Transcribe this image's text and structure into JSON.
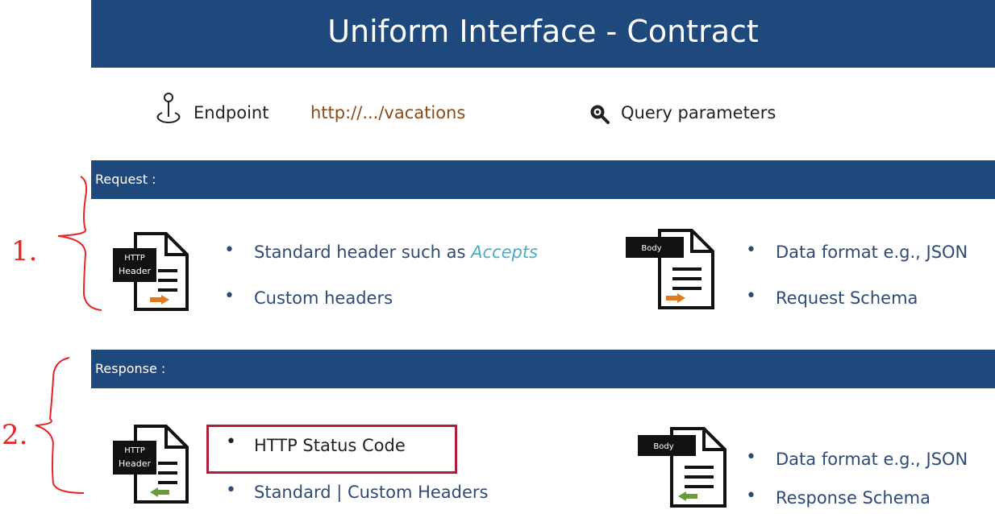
{
  "title": "Uniform Interface - Contract",
  "endpoint_row": {
    "endpoint_label": "Endpoint",
    "endpoint_value": "http://.../vacations",
    "query_label": "Query parameters"
  },
  "request": {
    "label": "Request :",
    "header_icon_text": [
      "HTTP",
      "Header"
    ],
    "header_bullets": [
      {
        "prefix": "Standard header such as ",
        "accent": "Accepts"
      },
      {
        "prefix": "Custom headers",
        "accent": ""
      }
    ],
    "body_icon_text": "Body",
    "body_bullets": [
      "Data format e.g., JSON",
      "Request Schema"
    ]
  },
  "response": {
    "label": "Response :",
    "header_icon_text": [
      "HTTP",
      "Header"
    ],
    "header_bullets": [
      "HTTP Status Code",
      "Standard | Custom Headers"
    ],
    "body_icon_text": "Body",
    "body_bullets": [
      "Data format e.g., JSON",
      "Response Schema"
    ]
  },
  "annotations": {
    "mark_1": "1.",
    "mark_2": "2."
  },
  "colors": {
    "bar": "#1f497d",
    "text_blue": "#2f4a75",
    "url_brown": "#8a4b1a",
    "accent": "#4bacc6",
    "arrow_orange": "#e07b22",
    "arrow_green": "#6a9a3a",
    "highlight_red": "#b01e3c",
    "annotation_red": "#e8232a"
  }
}
